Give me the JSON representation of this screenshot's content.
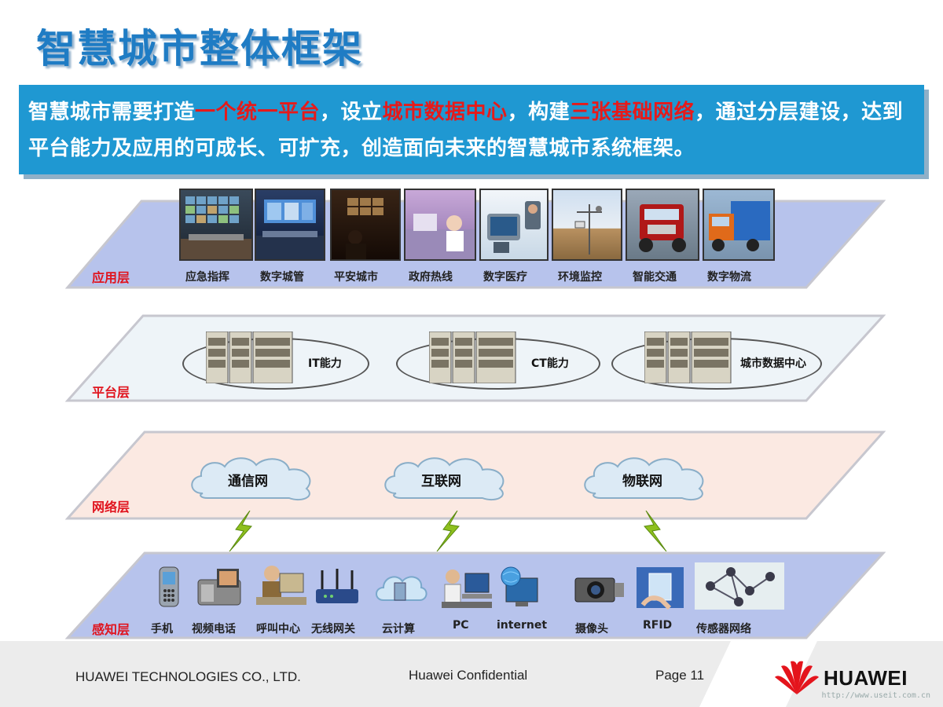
{
  "title": "智慧城市整体框架",
  "intro": {
    "p1": "智慧城市需要打造",
    "h1": "一个统一平台",
    "p2": "，设立",
    "h2": "城市数据中心",
    "p3": "，构建",
    "h3": "三张基础网络",
    "p4": "，通过分层建设，达到平台能力及应用的可成长、可扩充，创造面向未来的智慧城市系统框架。"
  },
  "application_layer": {
    "label": "应用层",
    "items": [
      "应急指挥",
      "数字城管",
      "平安城市",
      "政府热线",
      "数字医疗",
      "环境监控",
      "智能交通",
      "数字物流"
    ]
  },
  "platform_layer": {
    "label": "平台层",
    "items": [
      "IT能力",
      "CT能力",
      "城市数据中心"
    ]
  },
  "network_layer": {
    "label": "网络层",
    "items": [
      "通信网",
      "互联网",
      "物联网"
    ]
  },
  "perception_layer": {
    "label": "感知层",
    "items": [
      "手机",
      "视频电话",
      "呼叫中心",
      "无线网关",
      "云计算",
      "PC",
      "internet",
      "摄像头",
      "RFID",
      "传感器网络"
    ]
  },
  "footer": {
    "company": "HUAWEI TECHNOLOGIES CO., LTD.",
    "confidential": "Huawei Confidential",
    "page": "Page 11",
    "brand": "HUAWEI",
    "watermark": "http://www.useit.com.cn"
  },
  "colors": {
    "title": "#1f7cc4",
    "intro_bg": "#1f98d2",
    "highlight": "#e61a1a",
    "layer_label": "#e0141e",
    "app_plane": "#b7c3ec",
    "platform_plane": "#eef4f8",
    "network_plane": "#fbe9e2",
    "perception_plane": "#b7c3ec"
  }
}
